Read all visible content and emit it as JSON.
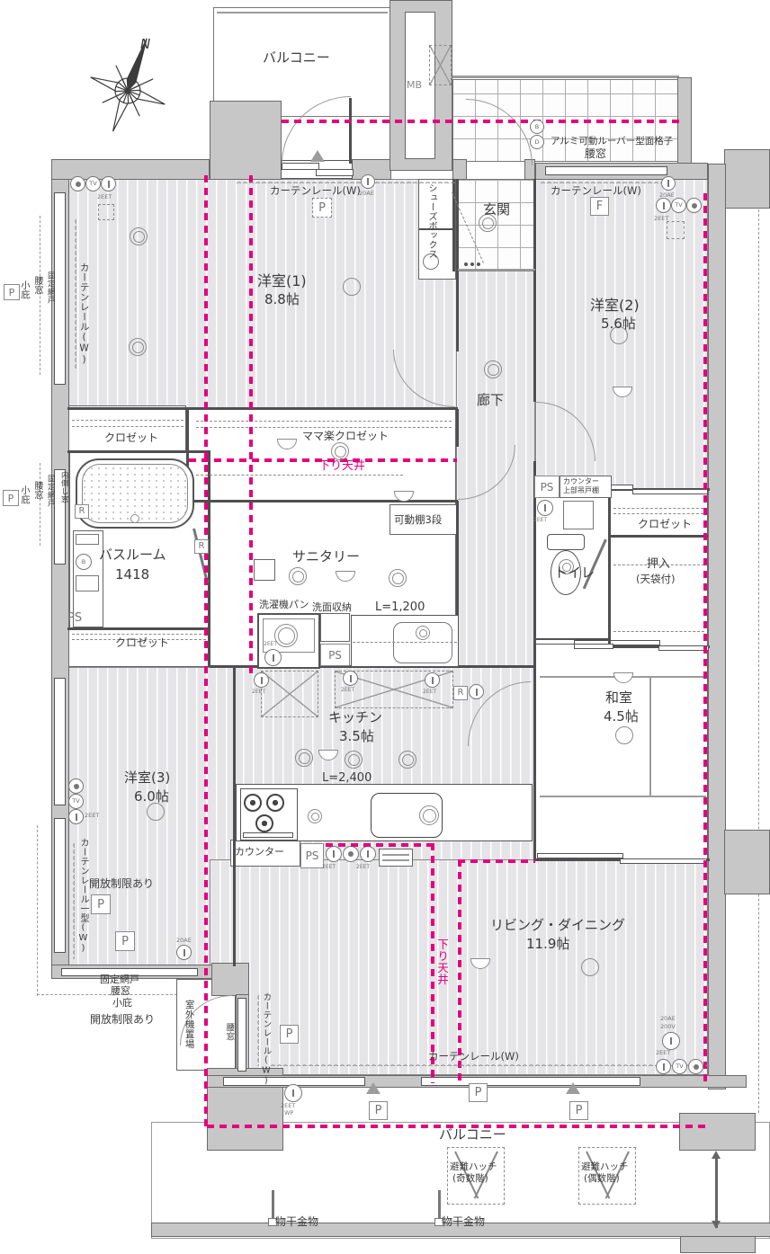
{
  "colors": {
    "magenta": "#e5007e",
    "wall": "#c7c7c7",
    "floor_stripe": "#e5e5e8",
    "line": "#4f4f4f"
  },
  "compass": {
    "north": "N"
  },
  "rooms": {
    "balcony": "バルコニー",
    "mb": "MB",
    "genkan": "玄関",
    "shoes_box": "シューズボックス",
    "western1": {
      "name": "洋室(1)",
      "size": "8.8帖"
    },
    "western2": {
      "name": "洋室(2)",
      "size": "5.6帖"
    },
    "western3": {
      "name": "洋室(3)",
      "size": "6.0帖"
    },
    "hallway": "廊下",
    "japanese_room": {
      "name": "和室",
      "size": "4.5帖"
    },
    "kitchen": {
      "name": "キッチン",
      "size": "3.5帖"
    },
    "living": {
      "name": "リビング・ダイニング",
      "size": "11.9帖"
    },
    "bathroom": {
      "name": "バスルーム",
      "size": "1418"
    },
    "sanitary": "サニタリー",
    "toilet": "トイレ",
    "closet": "クロゼット",
    "mama_closet": "ママ楽クロゼット",
    "oshiire": {
      "name": "押入",
      "sub": "(天袋付)"
    }
  },
  "features": {
    "curtain_rail": "カーテンレール(W)",
    "curtain_rail_bar": "カーテンレール一型(W)",
    "lowered_ceiling": "下り天井",
    "louver_grille": "アルミ可動ルーバー型面格子",
    "waist_window": "腰窓",
    "small_eaves": "小庇",
    "fixed_screen": "固定網戸",
    "tilt_window": "内倒し窓",
    "open_limit": "開放制限あり",
    "shelf3": "可動棚3段",
    "washer_pan": "洗濯機パン",
    "vanity_storage": "洗面収納",
    "l1200": "L=1,200",
    "l2400": "L=2,400",
    "counter": "カウンター",
    "upper_cabinet": "上部吊戸棚",
    "ac_outdoor_unit": "室外機置場",
    "escape_hatch": "避難ハッチ",
    "odd_floors": "(奇数階)",
    "even_floors": "(偶数階)",
    "laundry_bracket": "物干金物"
  },
  "markers": {
    "p": "P",
    "f": "F",
    "r": "R",
    "ps": "PS"
  },
  "tech": {
    "amp20": "20AE",
    "eet2": "2EET",
    "v200": "200V",
    "wp": "WP",
    "tv": "TV",
    "b": "B",
    "d": "D"
  }
}
